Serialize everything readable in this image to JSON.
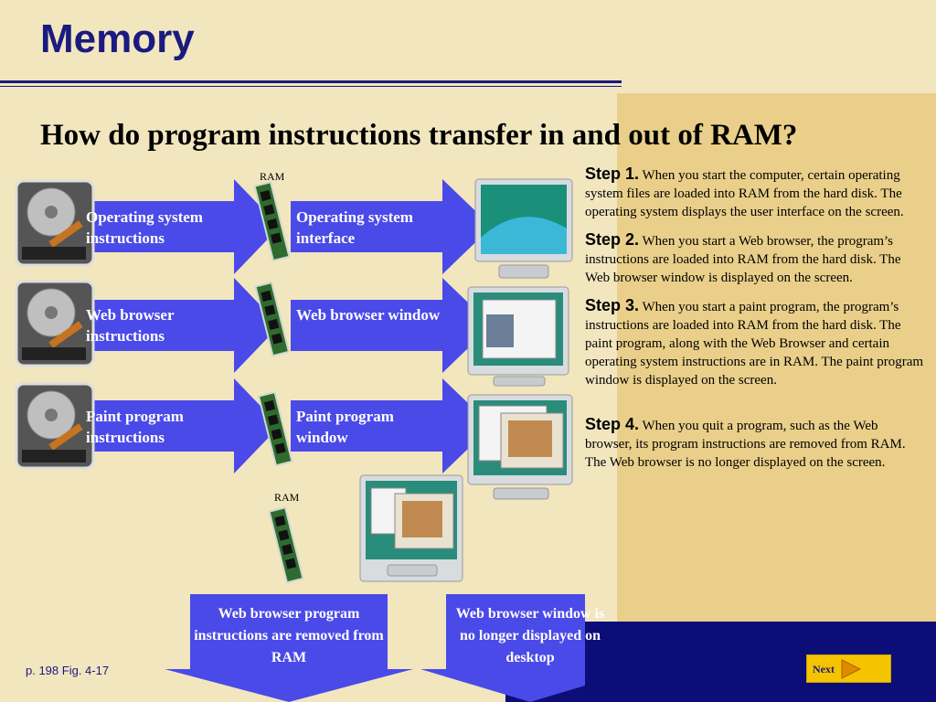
{
  "title": "Memory",
  "subtitle": "How do program instructions transfer in and out of RAM?",
  "ram_label": "RAM",
  "rows": [
    {
      "input_label": "Operating system instructions",
      "output_label": "Operating system interface"
    },
    {
      "input_label": "Web browser instructions",
      "output_label": "Web browser window"
    },
    {
      "input_label": "Paint program instructions",
      "output_label": "Paint program window"
    }
  ],
  "steps": [
    {
      "heading": "Step 1.",
      "text": "When you start the computer, certain operating system files are loaded into RAM from the hard disk. The operating system displays the user interface on the screen."
    },
    {
      "heading": "Step 2.",
      "text": "When you start a Web browser, the program’s instructions are loaded into RAM from the hard disk. The Web browser window is displayed on the screen."
    },
    {
      "heading": "Step 3.",
      "text": "When you start a paint program, the program’s instructions are loaded into RAM from the hard disk. The paint program, along with the Web Browser and certain operating system instructions are in RAM. The paint program window is displayed on the screen."
    },
    {
      "heading": "Step 4.",
      "text": "When you quit a program, such as the Web browser, its program instructions are removed from RAM. The Web browser is no longer displayed on the screen."
    }
  ],
  "callouts": {
    "left": "Web browser program instructions are removed from RAM",
    "right": "Web browser window is no longer displayed on desktop"
  },
  "figure_ref": "p. 198 Fig. 4-17",
  "next_label": "Next",
  "colors": {
    "title": "#1a1a80",
    "arrow": "#4a4ae8",
    "background": "#f2e6bf",
    "accent_gold": "#e9cf8a",
    "navy": "#0d0d78"
  }
}
